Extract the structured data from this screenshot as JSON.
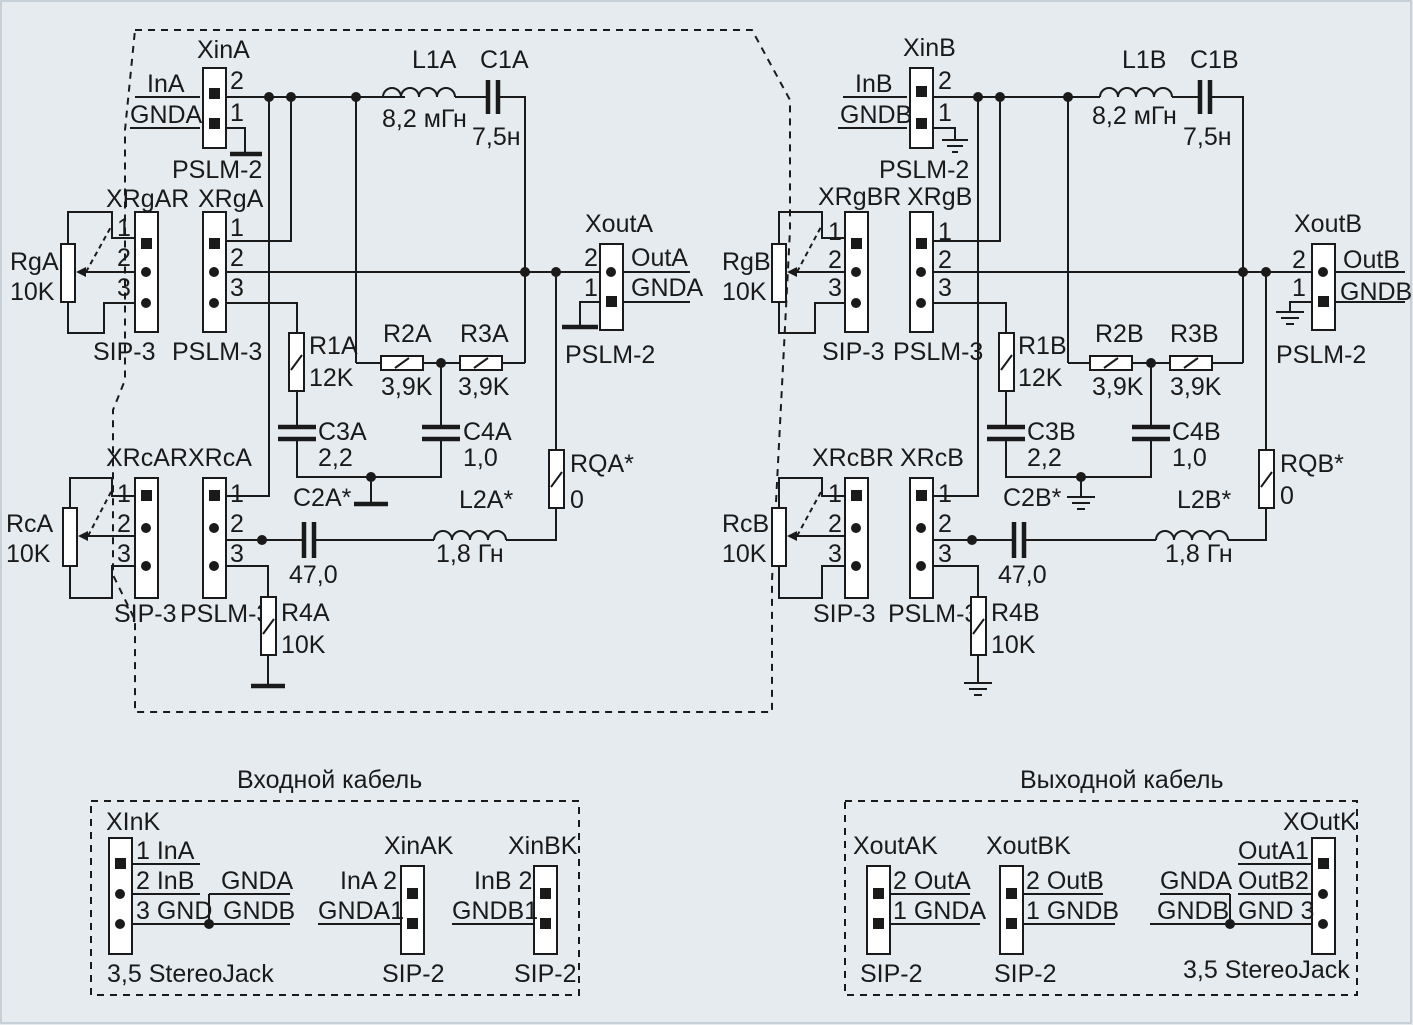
{
  "colors": {
    "background": "#e6ebef",
    "ink": "#1a1a1a",
    "frame": "#c7d0d7"
  },
  "ch_a": {
    "xin": "XinA",
    "in": "InA",
    "gnd": "GNDA",
    "xin_pins": [
      "2",
      "1"
    ],
    "xin_type": "PSLM-2",
    "l1": "L1A",
    "l1v": "8,2 мГн",
    "c1": "C1A",
    "c1v": "7,5н",
    "xrgr": "XRgAR",
    "xrg": "XRgA",
    "rg": "RgA",
    "rgv": "10K",
    "pins3": [
      "1",
      "2",
      "3"
    ],
    "sip3": "SIP-3",
    "pslm3": "PSLM-3",
    "xout": "XoutA",
    "out": "OutA",
    "out_gnd": "GNDA",
    "xout_pins": [
      "2",
      "1"
    ],
    "xout_type": "PSLM-2",
    "r1": "R1A",
    "r1v": "12K",
    "r2": "R2A",
    "r2v": "3,9K",
    "r3": "R3A",
    "r3v": "3,9K",
    "c3": "C3A",
    "c3v": "2,2",
    "c4": "C4A",
    "c4v": "1,0",
    "rq": "RQA*",
    "rqv": "0",
    "xrcr": "XRcAR",
    "xrc": "XRcA",
    "rc": "RcA",
    "rcv": "10K",
    "c2": "C2A*",
    "c2v": "47,0",
    "l2": "L2A*",
    "l2v": "1,8 Гн",
    "r4": "R4A",
    "r4v": "10K"
  },
  "ch_b": {
    "xin": "XinB",
    "in": "InB",
    "gnd": "GNDB",
    "xin_pins": [
      "2",
      "1"
    ],
    "xin_type": "PSLM-2",
    "l1": "L1B",
    "l1v": "8,2 мГн",
    "c1": "C1B",
    "c1v": "7,5н",
    "xrgr": "XRgBR",
    "xrg": "XRgB",
    "rg": "RgB",
    "rgv": "10K",
    "pins3": [
      "1",
      "2",
      "3"
    ],
    "sip3": "SIP-3",
    "pslm3": "PSLM-3",
    "xout": "XoutB",
    "out": "OutB",
    "out_gnd": "GNDB",
    "xout_pins": [
      "2",
      "1"
    ],
    "xout_type": "PSLM-2",
    "r1": "R1B",
    "r1v": "12K",
    "r2": "R2B",
    "r2v": "3,9K",
    "r3": "R3B",
    "r3v": "3,9K",
    "c3": "C3B",
    "c3v": "2,2",
    "c4": "C4B",
    "c4v": "1,0",
    "rq": "RQB*",
    "rqv": "0",
    "xrcr": "XRcBR",
    "xrc": "XRcB",
    "rc": "RcB",
    "rcv": "10K",
    "c2": "C2B*",
    "c2v": "47,0",
    "l2": "L2B*",
    "l2v": "1,8 Гн",
    "r4": "R4B",
    "r4v": "10K"
  },
  "in_cable": {
    "title": "Входной кабель",
    "xink": "XInK",
    "rows": [
      "1  InA",
      "2  InB",
      "3 GND"
    ],
    "gnda": "GNDA",
    "gndb": "GNDB",
    "jack": "3,5 StereoJack",
    "xinak": "XinAK",
    "xinak_l1": "InA 2",
    "xinak_l2": "GNDA1",
    "xinak_type": "SIP-2",
    "xinbk": "XinBK",
    "xinbk_l1": "InB 2",
    "xinbk_l2": "GNDB1",
    "xinbk_type": "SIP-2"
  },
  "out_cable": {
    "title": "Выходной кабель",
    "xoutak": "XoutAK",
    "xoutak_l1": "2 OutA",
    "xoutak_l2": "1 GNDA",
    "xoutak_type": "SIP-2",
    "xoutbk": "XoutBK",
    "xoutbk_l1": "2 OutB",
    "xoutbk_l2": "1 GNDB",
    "xoutbk_type": "SIP-2",
    "xoutk": "XOutK",
    "rows": [
      "OutA1",
      "OutB2",
      "GND 3"
    ],
    "gnda": "GNDA",
    "gndb": "GNDB",
    "jack": "3,5 StereoJack"
  }
}
